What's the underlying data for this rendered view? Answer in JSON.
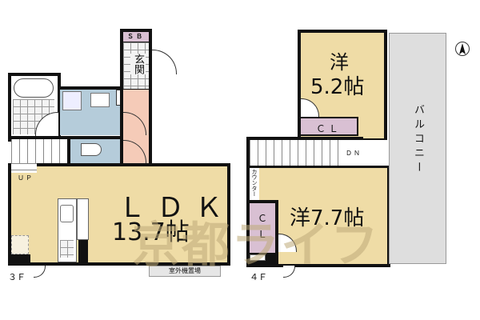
{
  "floor_3f": {
    "floor_label": "３Ｆ",
    "ldk_label": "ＬＤＫ",
    "ldk_size": "13.7帖",
    "entrance_label": "玄関",
    "shoe_box_label": "ＳＢ",
    "stairs_label": "ＵＰ",
    "outdoor_unit_label": "室外機置場"
  },
  "floor_4f": {
    "floor_label": "４Ｆ",
    "room1_type": "洋",
    "room1_size": "5.2帖",
    "room1_closet": "ＣＬ",
    "room2_label": "洋7.7帖",
    "room2_closet_c": "Ｃ",
    "room2_closet_l": "Ｌ",
    "counter_label": "カウンター",
    "stairs_label": "ＤＮ",
    "balcony_label": "バルコニー"
  },
  "compass": {
    "direction": "N"
  },
  "watermark": {
    "text": "京都ライフ"
  },
  "colors": {
    "room_tan": "#efdca6",
    "wet_area_blue": "#b5ccda",
    "hall_pink": "#f5cbb8",
    "closet_purple": "#d9c0d3",
    "balcony_gray": "#dedede",
    "wall": "#111111"
  }
}
